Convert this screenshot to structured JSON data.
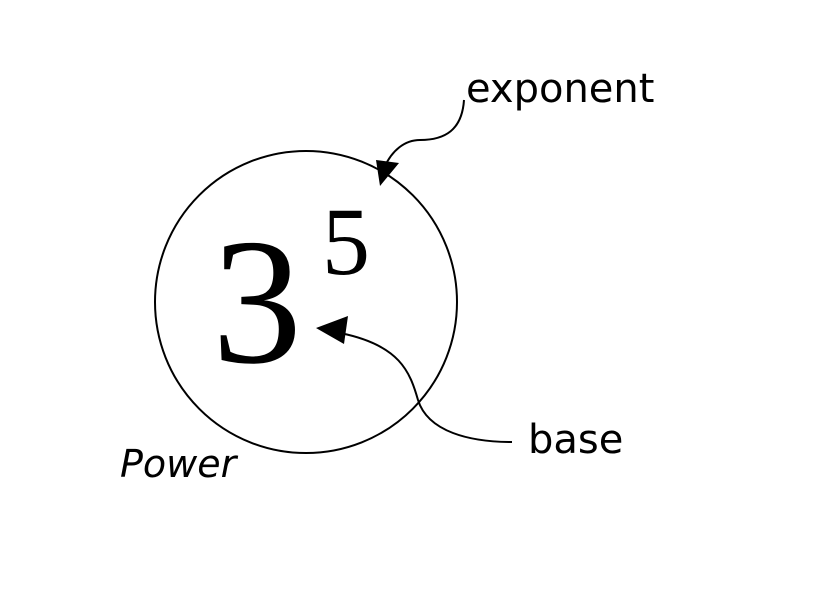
{
  "diagram": {
    "base": "3",
    "exponent": "5",
    "labels": {
      "exponent": "exponent",
      "base": "base",
      "power": "Power"
    }
  }
}
